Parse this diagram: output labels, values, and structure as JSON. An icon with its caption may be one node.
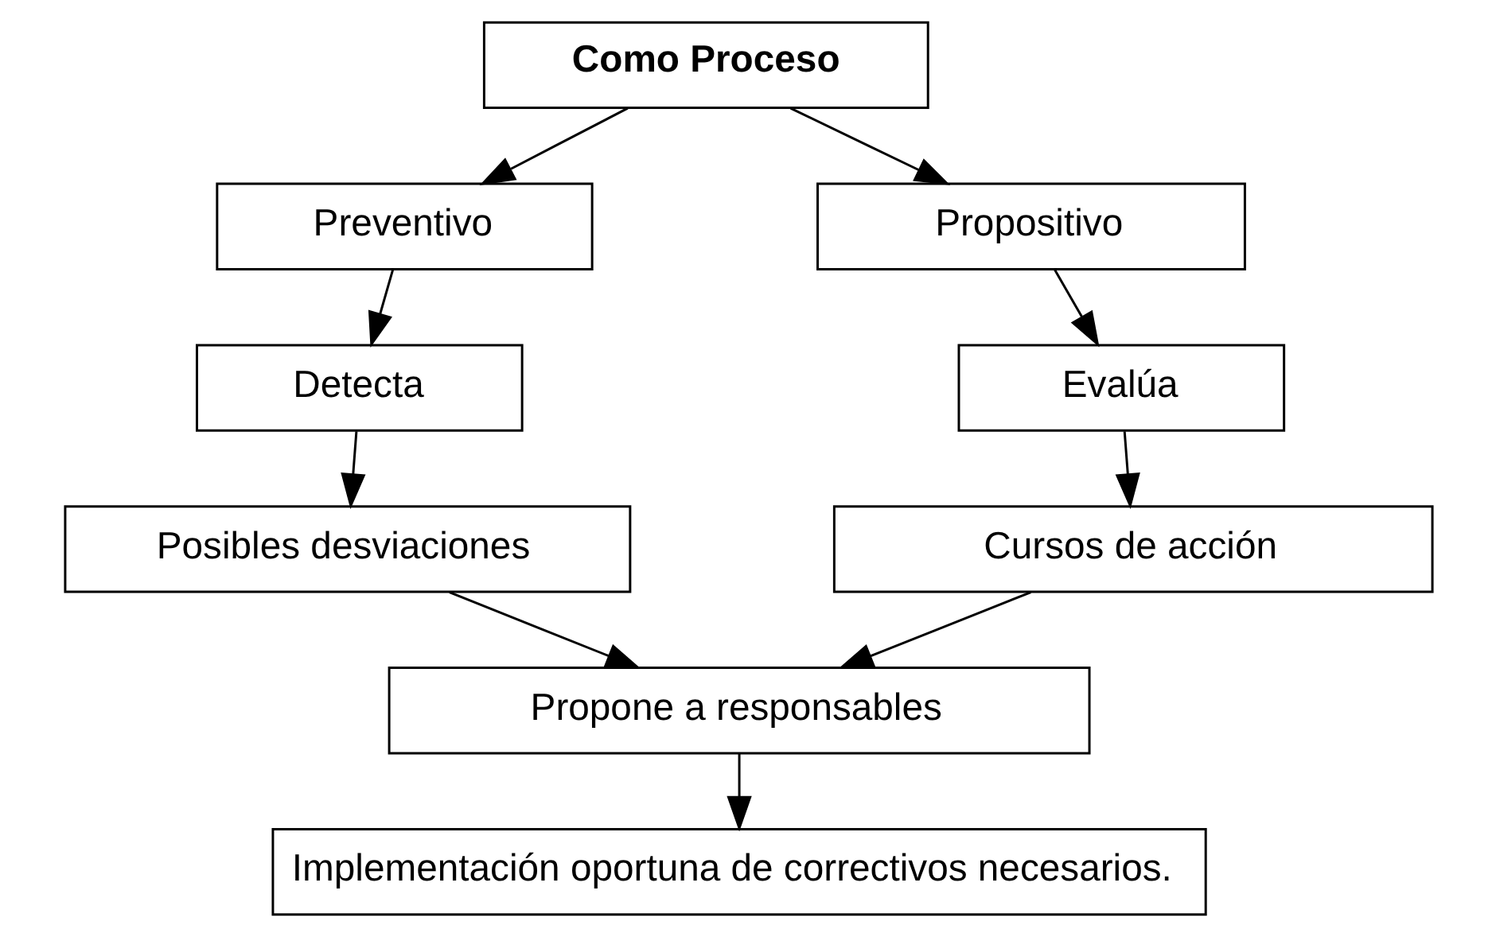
{
  "diagram": {
    "nodes": [
      {
        "text": [
          "Como Proceso"
        ]
      },
      {
        "text": [
          "Preventivo"
        ]
      },
      {
        "text": [
          "Propositivo"
        ]
      },
      {
        "text": [
          "Detecta"
        ]
      },
      {
        "text": [
          "Evalúa"
        ]
      },
      {
        "text": [
          "Posibles desviaciones"
        ]
      },
      {
        "text": [
          "Cursos de acción"
        ]
      },
      {
        "text": [
          "Propone a responsables"
        ]
      },
      {
        "text": [
          "Implementación oportuna de correctivos necesarios."
        ]
      }
    ],
    "edges": [
      {
        "from": 0,
        "to": 1,
        "arrow": "to"
      },
      {
        "from": 0,
        "to": 2,
        "arrow": "to"
      },
      {
        "from": 1,
        "to": 3,
        "arrow": "to"
      },
      {
        "from": 2,
        "to": 4,
        "arrow": "to"
      },
      {
        "from": 3,
        "to": 5,
        "arrow": "to"
      },
      {
        "from": 4,
        "to": 6,
        "arrow": "to"
      },
      {
        "from": 5,
        "to": 7,
        "arrow": "to"
      },
      {
        "from": 6,
        "to": 7,
        "arrow": "to"
      },
      {
        "from": 7,
        "to": 8,
        "arrow": "to"
      }
    ]
  }
}
